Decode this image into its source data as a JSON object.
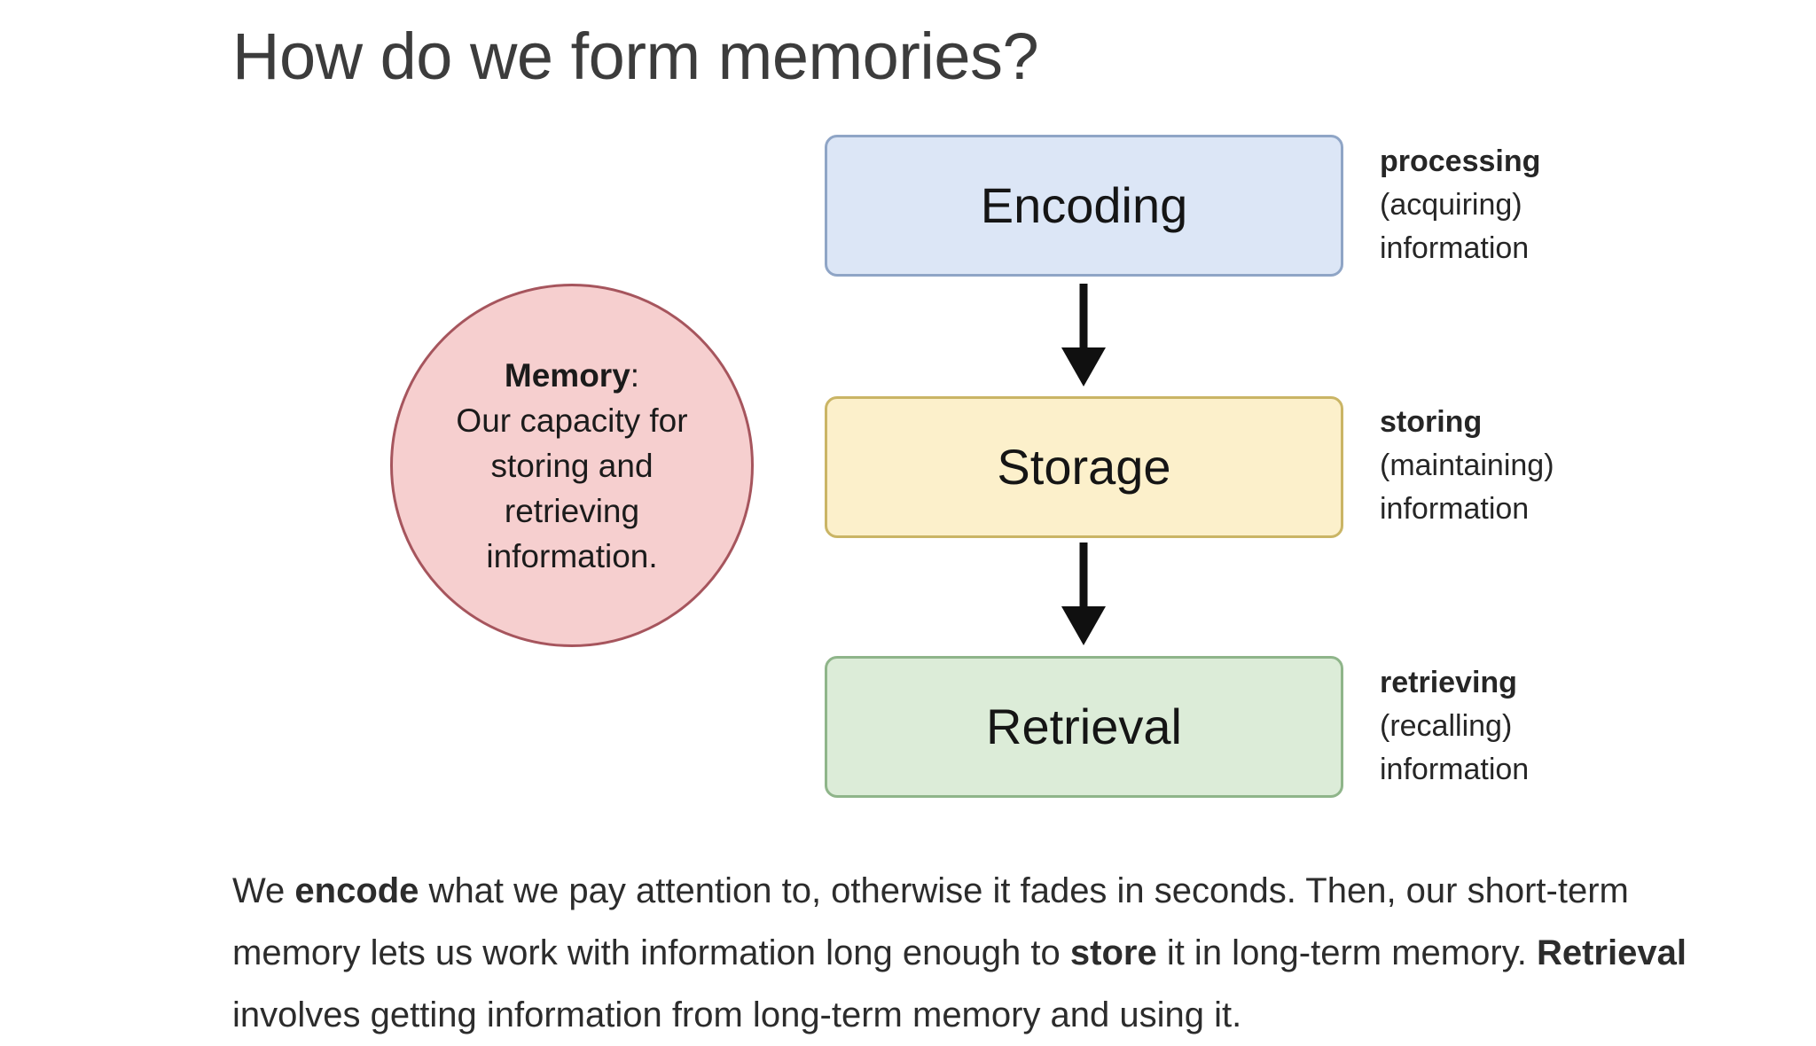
{
  "page": {
    "title": "How do we form memories?",
    "background_color": "#ffffff"
  },
  "memory_circle": {
    "term": "Memory",
    "term_suffix": ":",
    "definition_lines": [
      "Our capacity for",
      "storing and",
      "retrieving",
      "information."
    ],
    "definition_text": "Our capacity for storing and retrieving information.",
    "fill_color": "#f6cfcf",
    "border_color": "#a6555d"
  },
  "flow": {
    "steps": [
      {
        "id": "encoding",
        "label": "Encoding",
        "fill_color": "#dce6f6",
        "border_color": "#8fa5c6",
        "note": {
          "head": "processing",
          "sub": "(acquiring)",
          "tail": "information"
        }
      },
      {
        "id": "storage",
        "label": "Storage",
        "fill_color": "#fcf0cb",
        "border_color": "#cab565",
        "note": {
          "head": "storing",
          "sub": "(maintaining)",
          "tail": "information"
        }
      },
      {
        "id": "retrieval",
        "label": "Retrieval",
        "fill_color": "#dcecd8",
        "border_color": "#8fb58a",
        "note": {
          "head": "retrieving",
          "sub": "(recalling)",
          "tail": "information"
        }
      }
    ],
    "arrows": [
      {
        "id": "encoding-to-storage",
        "from": "encoding",
        "to": "storage",
        "direction": "down",
        "color": "#101010"
      },
      {
        "id": "storage-to-retrieval",
        "from": "storage",
        "to": "retrieval",
        "direction": "down",
        "color": "#101010"
      }
    ]
  },
  "summary": {
    "segments": [
      {
        "text": "We ",
        "bold": false
      },
      {
        "text": "encode",
        "bold": true
      },
      {
        "text": " what we pay attention to, otherwise it fades in seconds. Then, our short-term memory lets us work with information long enough to ",
        "bold": false
      },
      {
        "text": "store",
        "bold": true
      },
      {
        "text": " it in long-term memory. ",
        "bold": false
      },
      {
        "text": "Retrieval",
        "bold": true
      },
      {
        "text": " involves getting information from long-term memory and using it.",
        "bold": false
      }
    ],
    "plain_text": "We encode what we pay attention to, otherwise it fades in seconds. Then, our short-term memory lets us work with information long enough to store it in long-term memory. Retrieval involves getting information from long-term memory and using it."
  }
}
